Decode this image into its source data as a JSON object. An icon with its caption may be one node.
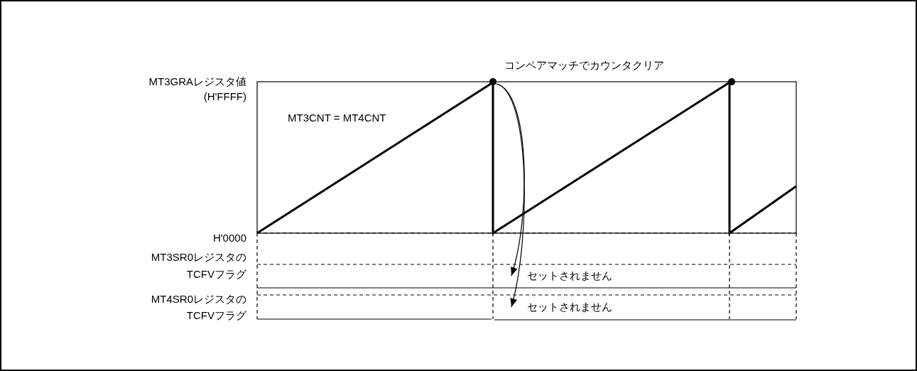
{
  "diagram": {
    "nodes": [
      {
        "text": [],
        "shape": "circle"
      },
      {
        "text": [
          "セットされません"
        ]
      },
      {
        "text": [
          "セットされません"
        ]
      }
    ],
    "edges": [
      {
        "from": 0,
        "to": 1,
        "arrow": "to"
      },
      {
        "from": 0,
        "to": 2,
        "arrow": "to"
      }
    ],
    "labels": [
      "コンペアマッチでカウンタクリア",
      "MT3GRAレジスタ値",
      "(H'FFFF)",
      "MT3CNT = MT4CNT",
      "H'0000",
      "MT3SR0レジスタの",
      "TCFVフラグ",
      "MT4SR0レジスタの",
      "TCFVフラグ"
    ]
  }
}
